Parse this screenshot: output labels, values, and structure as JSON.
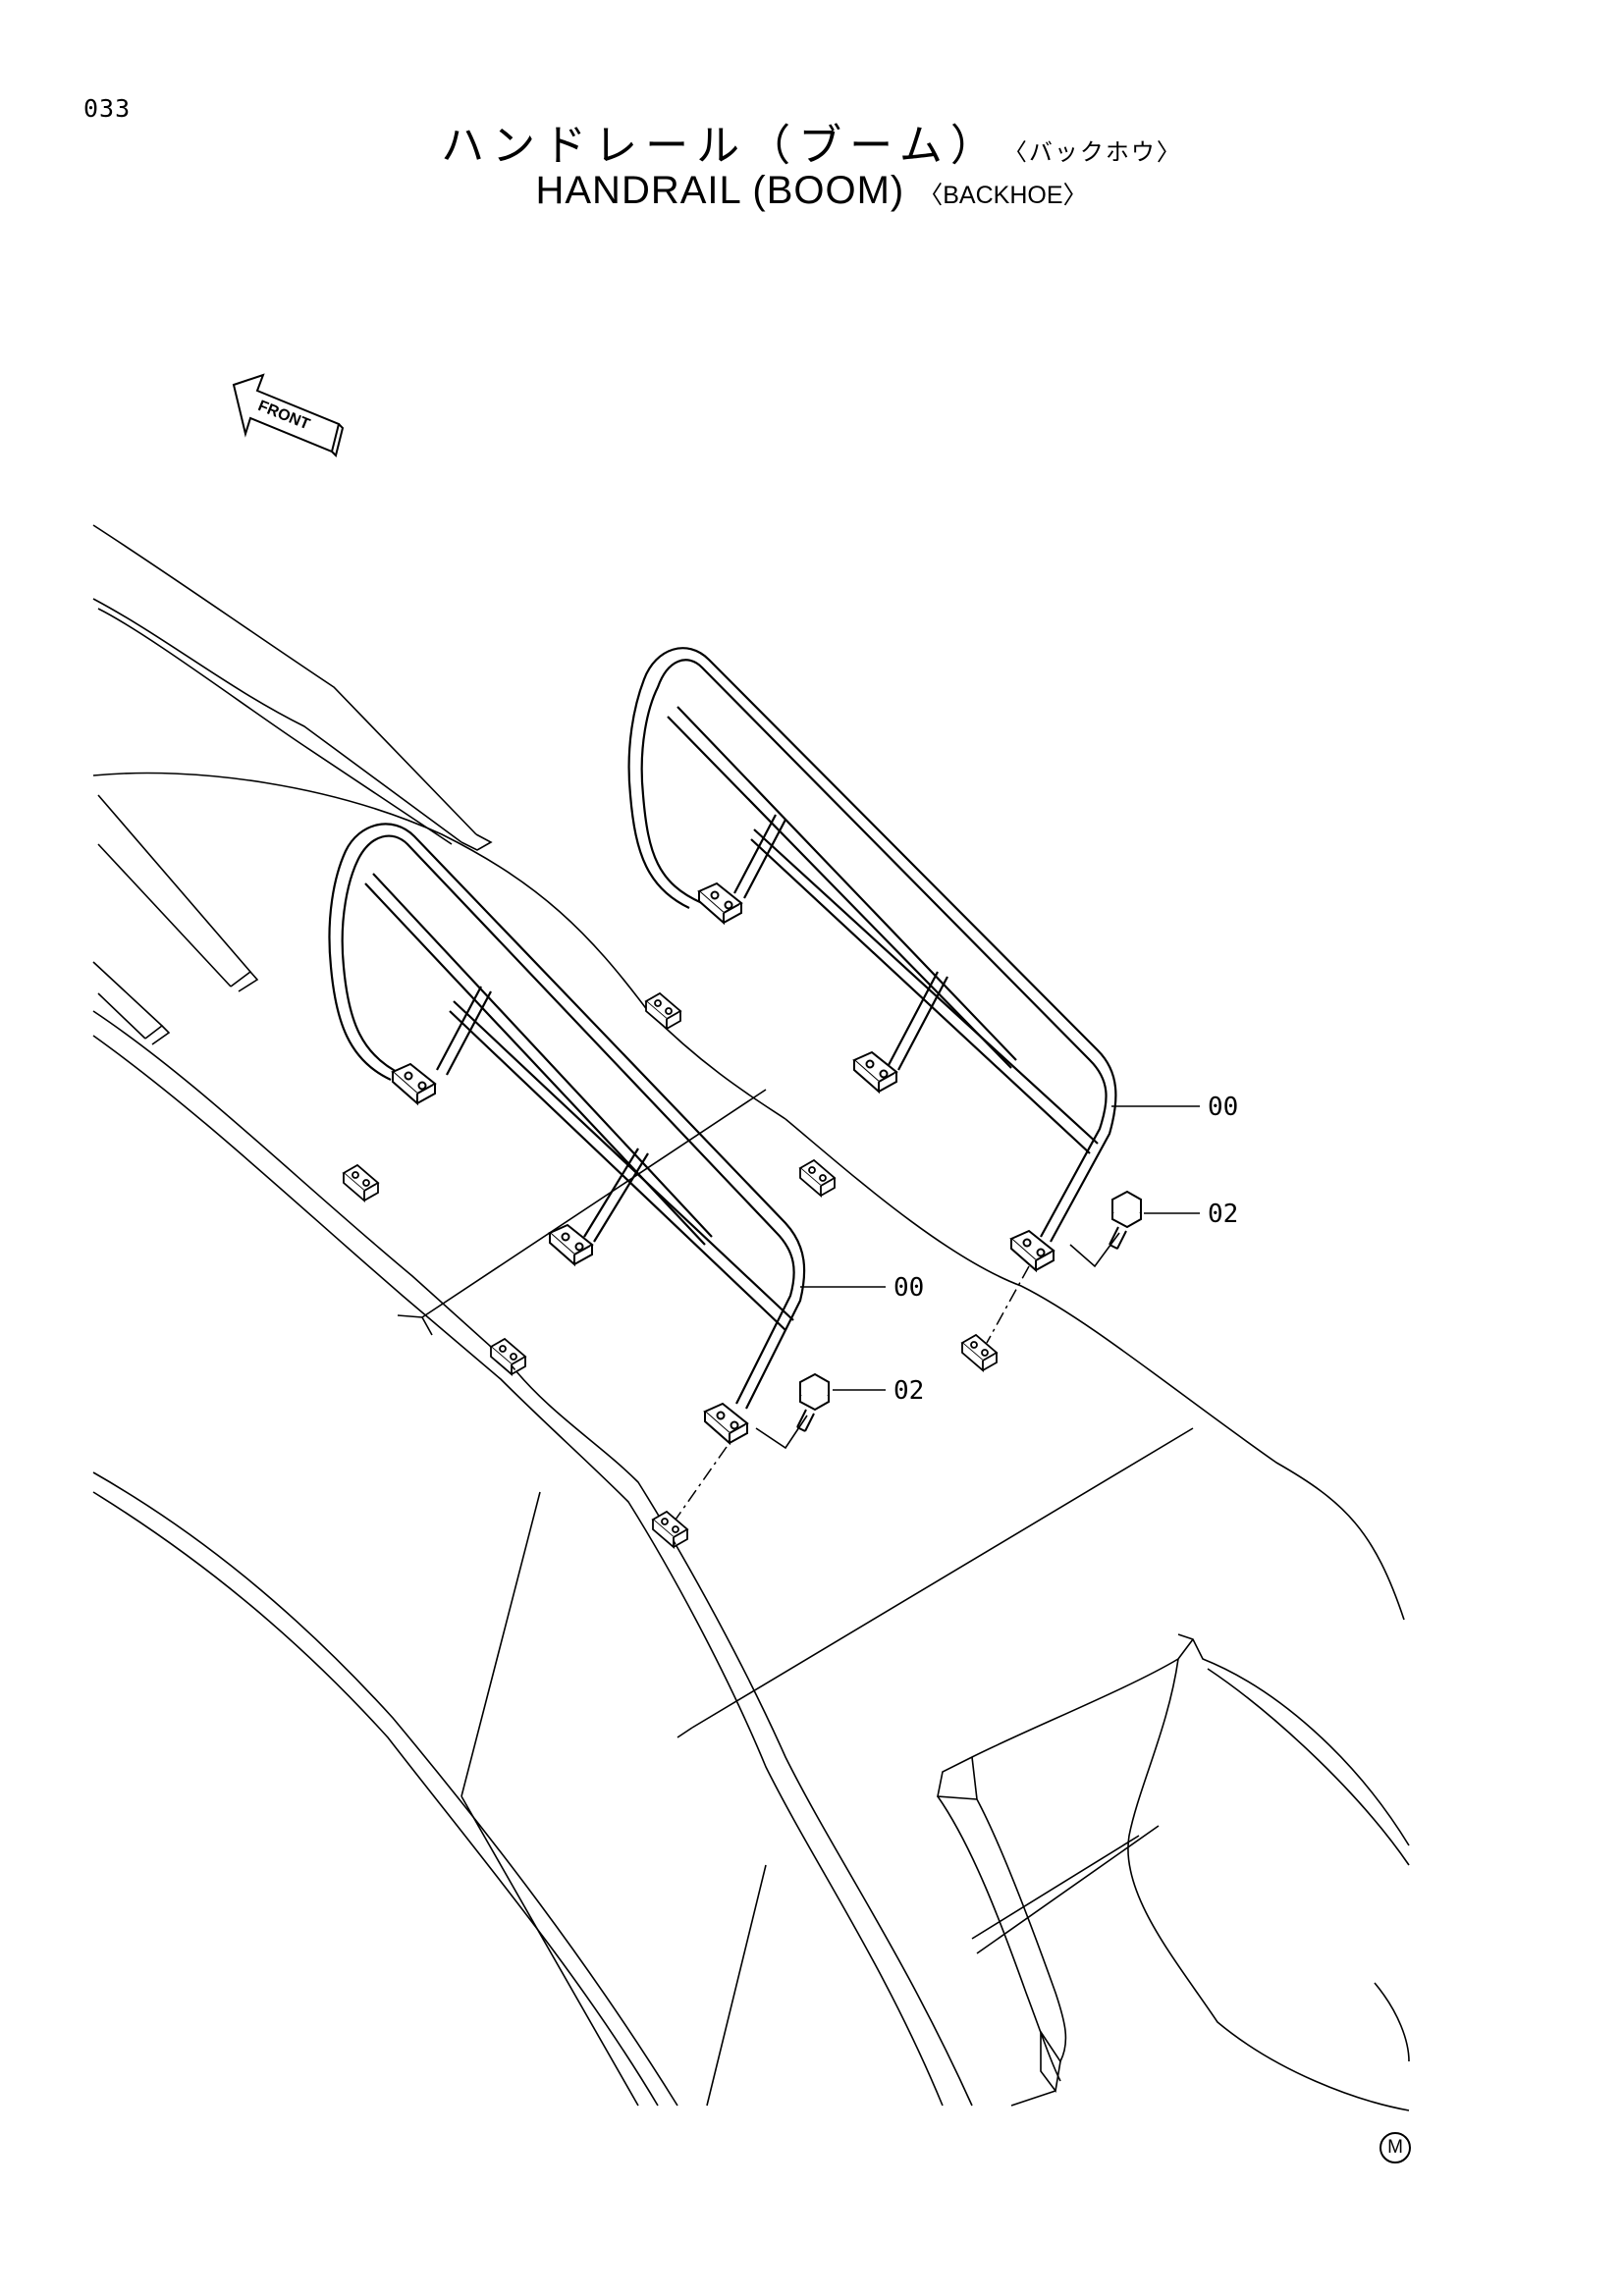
{
  "page_number": "033",
  "title_jp": {
    "main": "ハンドレール（ブーム）",
    "suffix": "〈バックホウ〉"
  },
  "title_en": {
    "main": "HANDRAIL (BOOM)",
    "suffix": "〈BACKHOE〉"
  },
  "direction_arrow": {
    "label": "FRONT"
  },
  "callouts": [
    {
      "id": "upper-handrail",
      "text": "00"
    },
    {
      "id": "upper-bolt",
      "text": "02"
    },
    {
      "id": "lower-handrail",
      "text": "00"
    },
    {
      "id": "lower-bolt",
      "text": "02"
    }
  ],
  "corner_mark": "M"
}
